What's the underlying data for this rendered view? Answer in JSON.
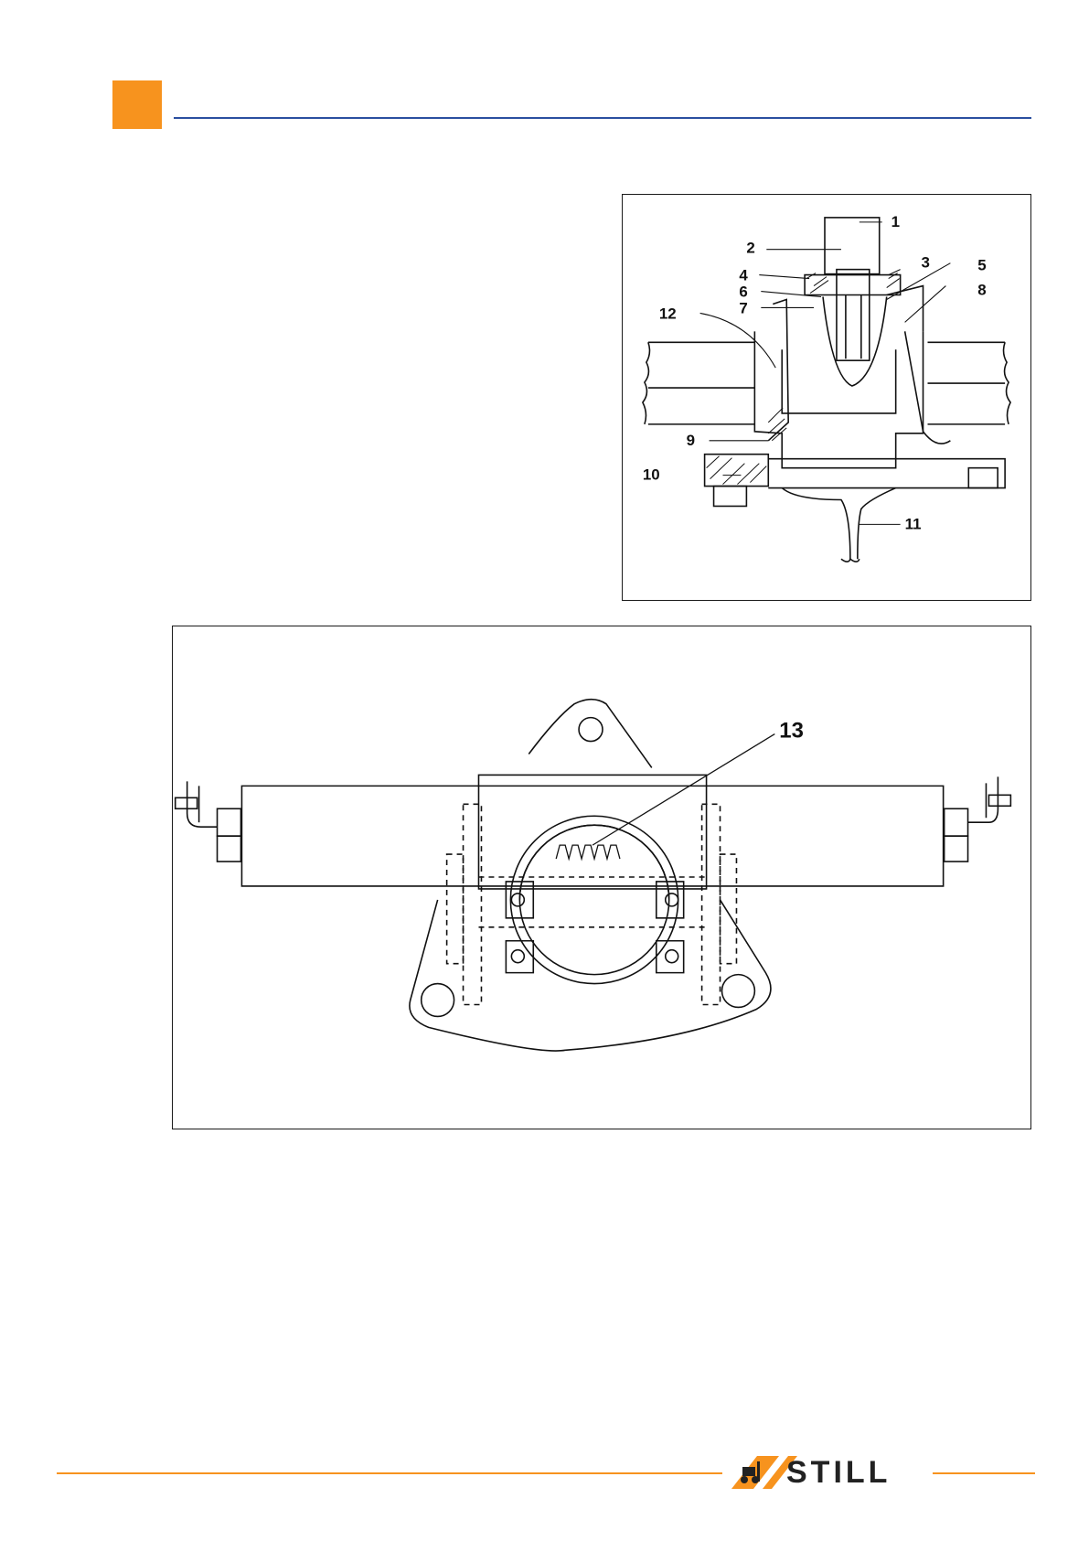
{
  "header": {
    "marker_color": "#f7931e",
    "rule_color": "#2b4fa0"
  },
  "figure_top": {
    "callouts": [
      "1",
      "2",
      "3",
      "4",
      "5",
      "6",
      "7",
      "8",
      "9",
      "10",
      "11",
      "12"
    ]
  },
  "figure_bottom": {
    "callouts": [
      "13"
    ]
  },
  "footer": {
    "logo_text": "STILL",
    "logo_icon": "forklift-icon",
    "accent_color": "#f7931e"
  }
}
